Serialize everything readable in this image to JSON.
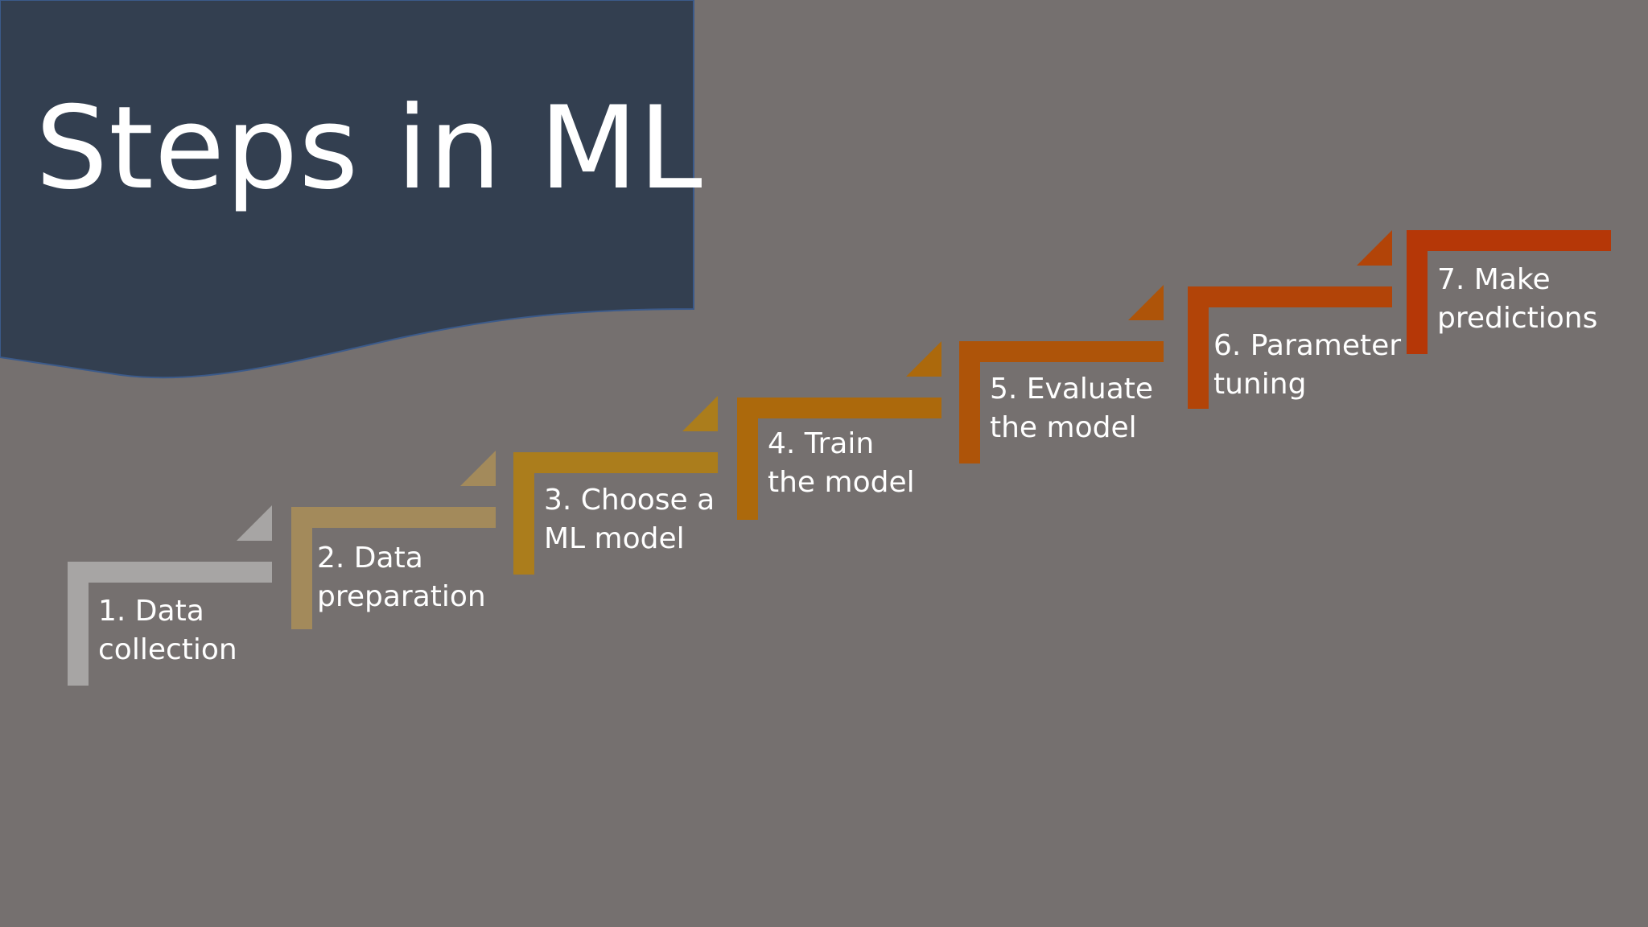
{
  "title": "Steps in ML",
  "colors": {
    "background": "#75706f",
    "banner": "#333f50"
  },
  "steps": [
    {
      "number": "1.",
      "line1": "1. Data",
      "line2": "collection",
      "color": "#a7a5a4"
    },
    {
      "number": "2.",
      "line1": "2. Data",
      "line2": "preparation",
      "color": "#a38a5b"
    },
    {
      "number": "3.",
      "line1": "3. Choose a",
      "line2": "ML model",
      "color": "#ab7d1c"
    },
    {
      "number": "4.",
      "line1": "4. Train",
      "line2": "the model",
      "color": "#ac690c"
    },
    {
      "number": "5.",
      "line1": "5. Evaluate",
      "line2": "the model",
      "color": "#ae5409"
    },
    {
      "number": "6.",
      "line1": "6. Parameter",
      "line2": "tuning",
      "color": "#b24408"
    },
    {
      "number": "7.",
      "line1": "7. Make",
      "line2": "predictions",
      "color": "#b53707"
    }
  ]
}
